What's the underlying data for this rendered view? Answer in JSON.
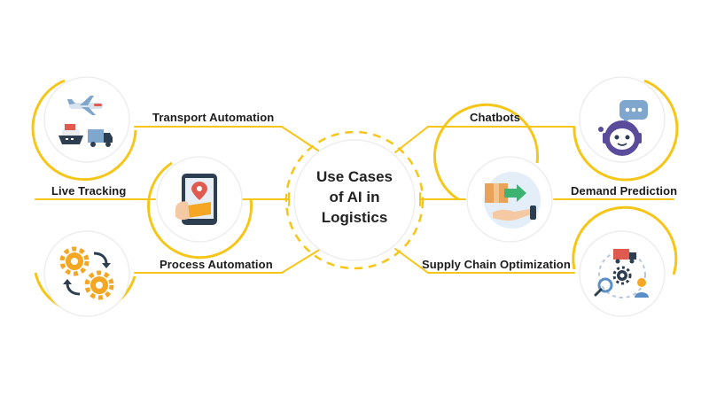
{
  "center": {
    "lines": [
      "Use Cases",
      "of AI in",
      "Logistics"
    ]
  },
  "use_cases": [
    {
      "label": "Transport Automation",
      "icon": "transport-icon"
    },
    {
      "label": "Live Tracking",
      "icon": "location-tracking-icon"
    },
    {
      "label": "Process Automation",
      "icon": "gears-automation-icon"
    },
    {
      "label": "Chatbots",
      "icon": "chatbot-icon"
    },
    {
      "label": "Demand Prediction",
      "icon": "package-delivery-icon"
    },
    {
      "label": "Supply Chain Optimization",
      "icon": "supply-chain-cycle-icon"
    }
  ],
  "colors": {
    "accent": "#f5c518",
    "ring": "#eeeeee",
    "text": "#1c1c1c",
    "orange": "#f5a623",
    "navy": "#2d3e50",
    "purple": "#5b4b9b"
  }
}
